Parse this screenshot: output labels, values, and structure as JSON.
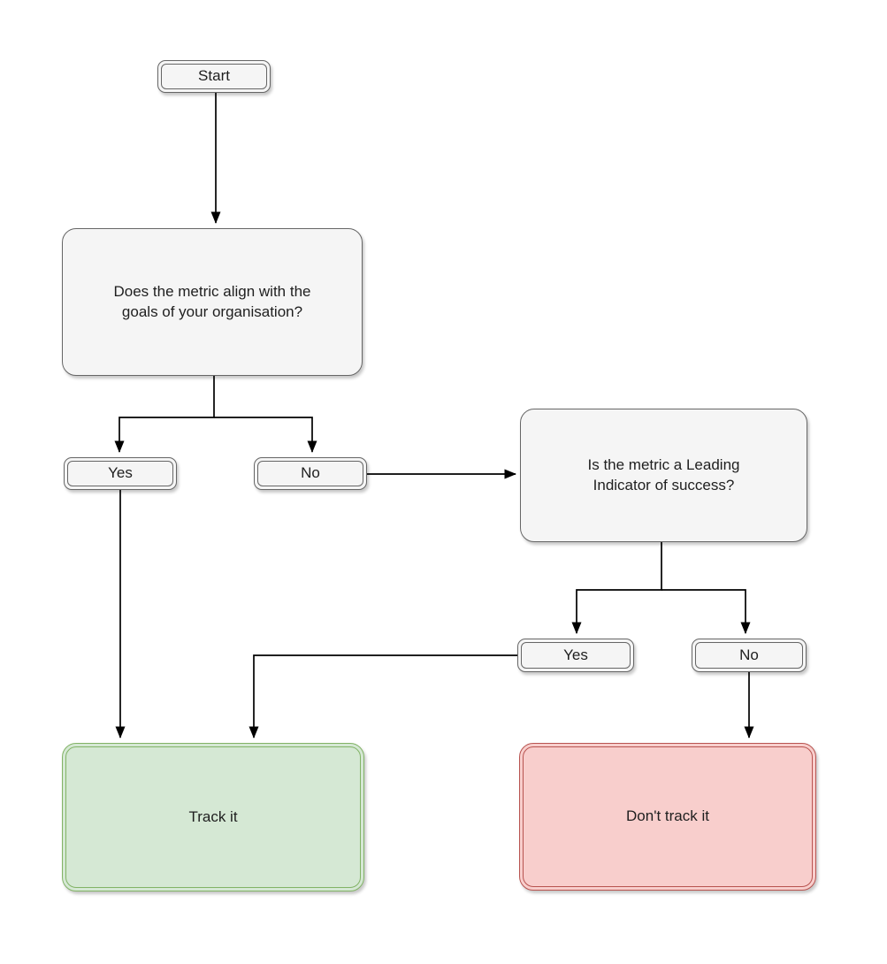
{
  "diagram": {
    "type": "flowchart",
    "title": "Metric tracking decision flowchart",
    "nodes": {
      "start": {
        "label": "Start",
        "shape": "terminator"
      },
      "q1": {
        "label": "Does the metric align with the goals of your organisation?",
        "shape": "decision"
      },
      "yes1": {
        "label": "Yes",
        "shape": "terminator"
      },
      "no1": {
        "label": "No",
        "shape": "terminator"
      },
      "q2": {
        "label": "Is the metric a Leading Indicator of success?",
        "shape": "decision"
      },
      "yes2": {
        "label": "Yes",
        "shape": "terminator"
      },
      "no2": {
        "label": "No",
        "shape": "terminator"
      },
      "track": {
        "label": "Track it",
        "shape": "result-positive"
      },
      "dont_track": {
        "label": "Don't track it",
        "shape": "result-negative"
      }
    },
    "edges": [
      {
        "from": "start",
        "to": "q1"
      },
      {
        "from": "q1",
        "to": "yes1"
      },
      {
        "from": "q1",
        "to": "no1"
      },
      {
        "from": "no1",
        "to": "q2"
      },
      {
        "from": "q2",
        "to": "yes2"
      },
      {
        "from": "q2",
        "to": "no2"
      },
      {
        "from": "yes1",
        "to": "track"
      },
      {
        "from": "yes2",
        "to": "track"
      },
      {
        "from": "no2",
        "to": "dont_track"
      }
    ],
    "colors": {
      "line_color": "#000000",
      "gray_fill": "#f5f5f5",
      "gray_stroke": "#666666",
      "green_fill": "#d5e8d4",
      "green_stroke": "#82b366",
      "red_fill": "#f8cecc",
      "red_stroke": "#b85450"
    }
  }
}
